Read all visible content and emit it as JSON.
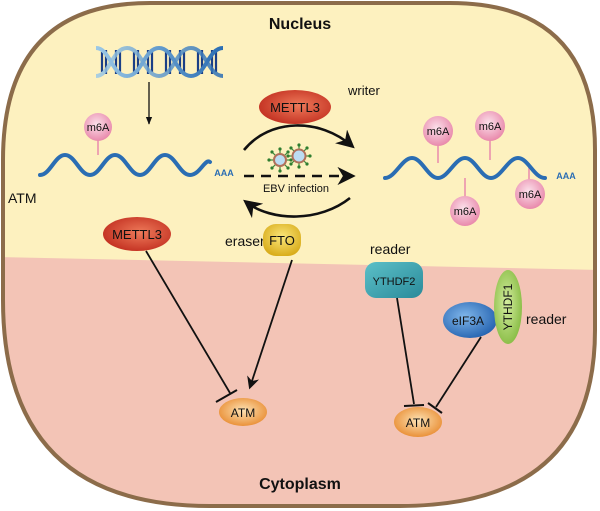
{
  "compartments": {
    "nucleus": "Nucleus",
    "cytoplasm": "Cytoplasm"
  },
  "mrna": {
    "gene_label": "ATM",
    "polya_tail": "AAA",
    "modification": "m6A"
  },
  "nucleus_process": {
    "writer_role": "writer",
    "writer_protein": "METTL3",
    "eraser_role": "eraser",
    "eraser_protein": "FTO",
    "infection_label": "EBV infection"
  },
  "cytoplasm_left": {
    "protein": "METTL3",
    "target": "ATM",
    "metttl3_effect": "inhibits",
    "fto_effect": "promotes"
  },
  "cytoplasm_right": {
    "reader_role_1": "reader",
    "reader_protein_1": "YTHDF2",
    "reader_role_2": "reader",
    "reader_protein_2": "YTHDF1",
    "cofactor": "eIF3A",
    "target": "ATM"
  },
  "colors": {
    "nucleus_fill": "#fdf1bf",
    "cytoplasm_fill": "#f3c4b6",
    "membrane": "#8c6c4a",
    "rna_blue": "#2a6db3",
    "m6a_pink": "#f0a6c0",
    "mettl3_red": "#d2412c",
    "fto_yellow": "#e8c22c",
    "ythdf2_teal": "#3aa3b0",
    "ythdf1_green": "#9fcb5a",
    "eif3a_blue": "#3a7fc8",
    "atm_orange": "#ee9a3e"
  }
}
